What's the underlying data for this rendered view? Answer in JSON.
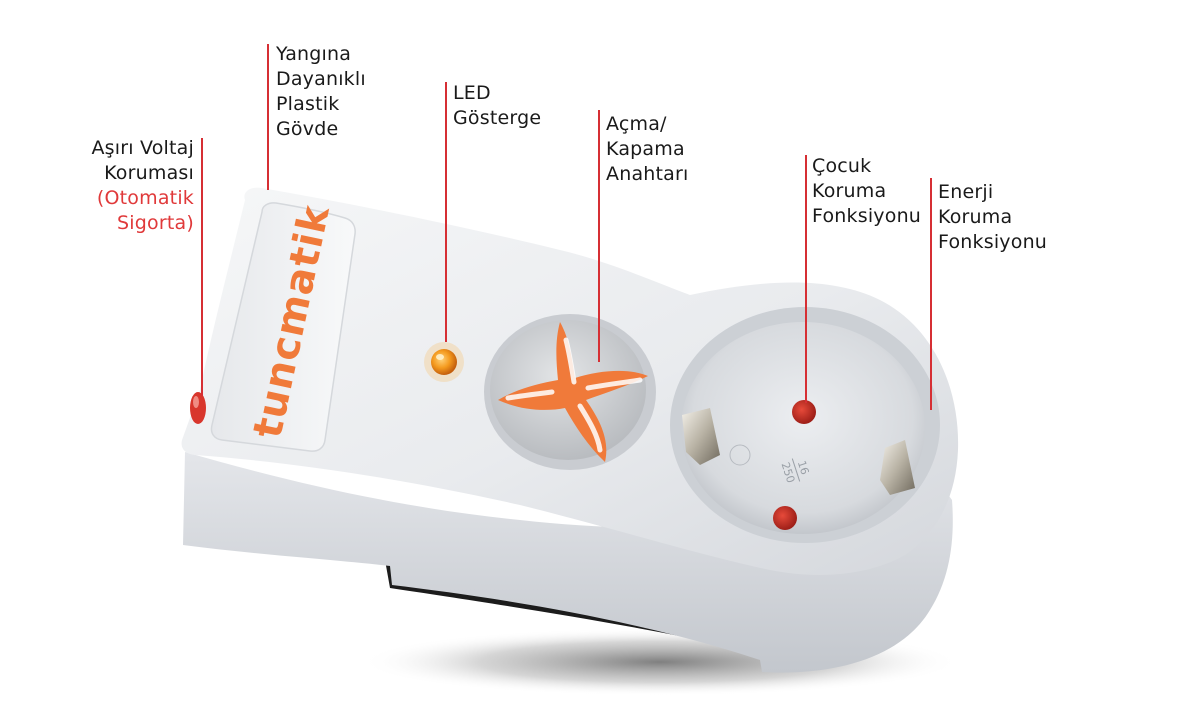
{
  "brand": {
    "logo_text": "tuncmatik"
  },
  "socket": {
    "rating_top": "16",
    "rating_bottom": "250"
  },
  "colors": {
    "leader_line": "#d62f34",
    "accent_text": "#e0393a",
    "brand_orange": "#f07a3a",
    "body_white": "#eef0f2",
    "base_dark": "#1c1c1c",
    "led_glow": "#f49a1e",
    "fuse_red": "#d8362c"
  },
  "callouts": {
    "overvoltage": {
      "line1": "Aşırı Voltaj",
      "line2": "Koruması",
      "line3": "(Otomatik",
      "line4": "Sigorta)"
    },
    "fireproof": {
      "line1": "Yangına",
      "line2": "Dayanıklı",
      "line3": "Plastik",
      "line4": "Gövde"
    },
    "led": {
      "line1": "LED",
      "line2": "Gösterge"
    },
    "switch": {
      "line1": "Açma/",
      "line2": "Kapama",
      "line3": "Anahtarı"
    },
    "child": {
      "line1": "Çocuk",
      "line2": "Koruma",
      "line3": "Fonksiyonu"
    },
    "energy": {
      "line1": "Enerji",
      "line2": "Koruma",
      "line3": "Fonksiyonu"
    }
  }
}
